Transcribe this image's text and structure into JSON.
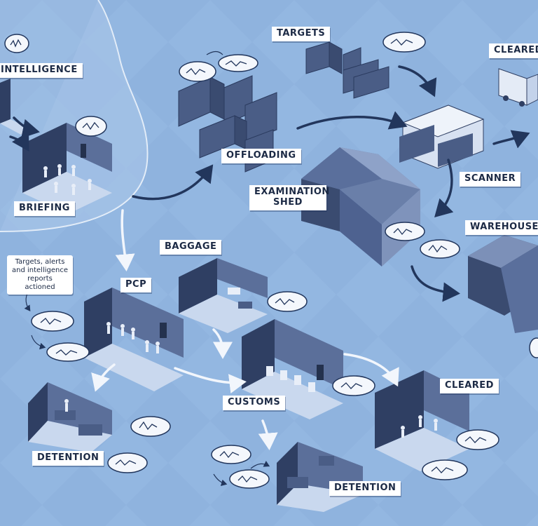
{
  "labels": {
    "intelligence": "INTELLIGENCE",
    "briefing": "BRIEFING",
    "targets": "TARGETS",
    "offloading": "OFFLOADING",
    "cleared_top": "CLEARED",
    "scanner": "SCANNER",
    "examination_shed": "EXAMINATION SHED",
    "warehouse": "WAREHOUSE",
    "baggage": "BAGGAGE",
    "pcp": "PCP",
    "customs": "CUSTOMS",
    "detention_left": "DETENTION",
    "detention_bottom": "DETENTION",
    "cleared_right": "CLEARED"
  },
  "note": "Targets, alerts and intelligence reports actioned",
  "colors": {
    "background": "#8fb3de",
    "ink": "#1c2a45",
    "wall_dark": "#2f3f63",
    "wall_mid": "#5b6f9a",
    "floor": "#c9d8ee",
    "container": "#4a5d86",
    "arrow_dark": "#22365c",
    "arrow_light": "#f2f6fc"
  },
  "icons": [
    "speech-bubble-icon",
    "person-icon",
    "container-icon",
    "truck-icon",
    "arrow-icon"
  ]
}
